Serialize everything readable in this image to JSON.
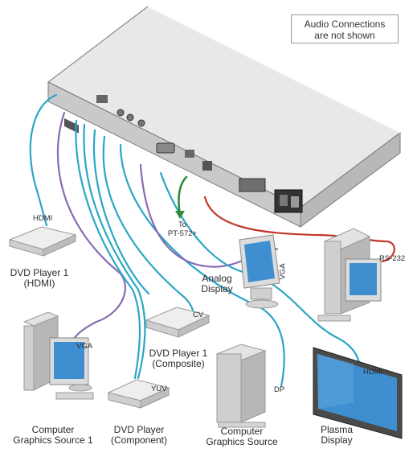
{
  "note": {
    "line1": "Audio Connections",
    "line2": "are not shown"
  },
  "labels": {
    "dvd1_hdmi_port": "HDMI",
    "dvd1_hdmi_name": "DVD Player 1",
    "dvd1_hdmi_sub": "(HDMI)",
    "vga_left": "VGA",
    "cg1_name": "Computer",
    "cg1_sub": "Graphics Source 1",
    "dvd_comp_port": "YUV",
    "dvd_comp_name": "DVD Player",
    "dvd_comp_sub": "(Component)",
    "cv_port": "CV",
    "dvd_cv_name": "DVD Player 1",
    "dvd_cv_sub": "(Composite)",
    "dp_port": "DP",
    "cg_name": "Computer",
    "cg_sub": "Graphics Source",
    "analog_name": "Analog",
    "analog_sub": "Display",
    "vga_right": "VGA",
    "plasma_port": "HDMI",
    "plasma_name": "Plasma",
    "plasma_sub": "Display",
    "rs232": "RS-232",
    "to_line1": "To",
    "to_line2": "PT-572+"
  },
  "colors": {
    "hdmi_cable": "#2aa6c4",
    "vga_cable": "#8a6bb3",
    "rs232_cable": "#c0392b",
    "ethernet_cable": "#2e8b3a",
    "device_body": "#e4e4e4",
    "device_edge": "#9a9a9a"
  }
}
